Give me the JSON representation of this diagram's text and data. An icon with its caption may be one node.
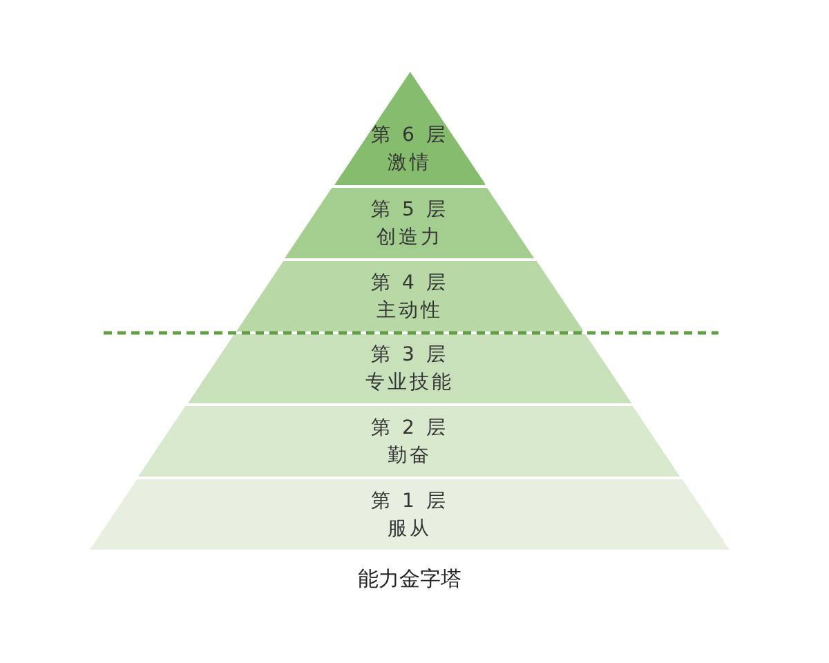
{
  "diagram": {
    "caption": "能力金字塔",
    "nodes": [
      {
        "text": [
          "第 6 层",
          "激情"
        ]
      },
      {
        "text": [
          "第 5 层",
          "创造力"
        ]
      },
      {
        "text": [
          "第 4 层",
          "主动性"
        ]
      },
      {
        "text": [
          "第 3 层",
          "专业技能"
        ]
      },
      {
        "text": [
          "第 2 层",
          "勤奋"
        ]
      },
      {
        "text": [
          "第 1 层",
          "服从"
        ]
      }
    ]
  }
}
